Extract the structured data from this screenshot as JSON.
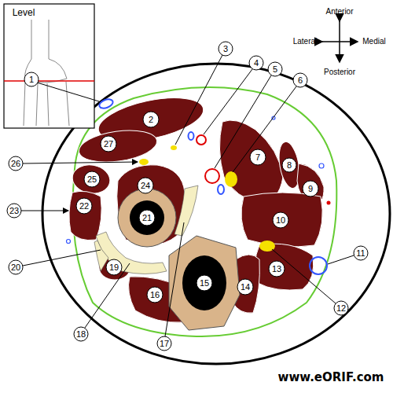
{
  "diagram": {
    "labels": [
      "Level",
      "Anterior",
      "Lateral",
      "Medial",
      "Posterior",
      "1",
      "2",
      "3",
      "4",
      "5",
      "6",
      "7",
      "8",
      "9",
      "10",
      "11",
      "12",
      "13",
      "14",
      "15",
      "16",
      "17",
      "18",
      "19",
      "20",
      "21",
      "22",
      "23",
      "24",
      "25",
      "26",
      "27",
      "www.eORIF.com"
    ]
  }
}
